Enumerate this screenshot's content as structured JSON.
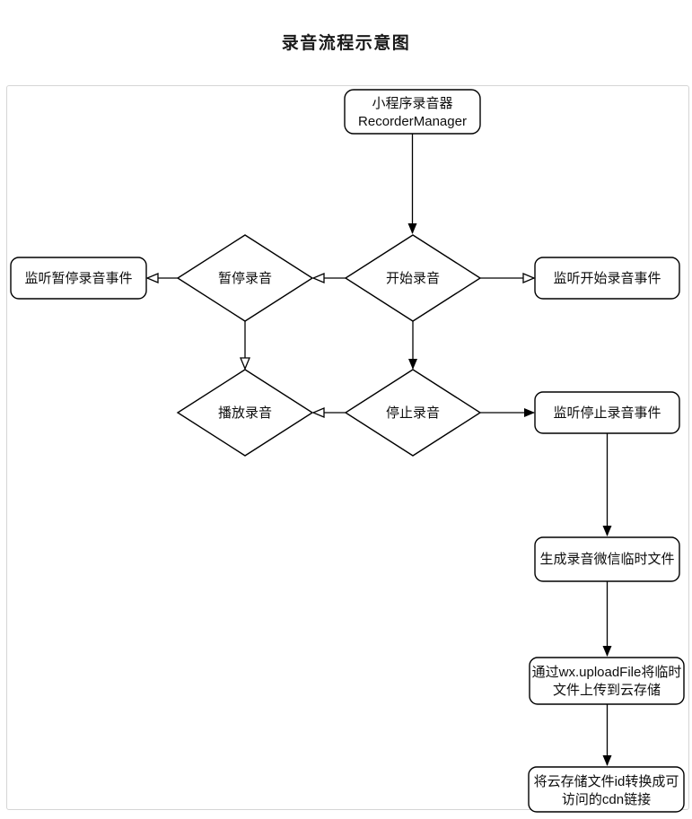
{
  "title": "录音流程示意图",
  "diagram": {
    "nodes": {
      "recorder": {
        "line1": "小程序录音器",
        "line2": "RecorderManager"
      },
      "start": {
        "label": "开始录音"
      },
      "pause": {
        "label": "暂停录音"
      },
      "play": {
        "label": "播放录音"
      },
      "stop": {
        "label": "停止录音"
      },
      "listen_pause": {
        "label": "监听暂停录音事件"
      },
      "listen_start": {
        "label": "监听开始录音事件"
      },
      "listen_stop": {
        "label": "监听停止录音事件"
      },
      "gen_temp_file": {
        "label": "生成录音微信临时文件"
      },
      "upload": {
        "line1": "通过wx.uploadFile将临时",
        "line2": "文件上传到云存储"
      },
      "cdn": {
        "line1": "将云存储文件id转换成可",
        "line2": "访问的cdn链接"
      }
    },
    "colors": {
      "node_stroke": "#000000",
      "node_fill": "#ffffff",
      "text": "#0d0d0d",
      "frame_border": "#d5d5d5"
    }
  }
}
